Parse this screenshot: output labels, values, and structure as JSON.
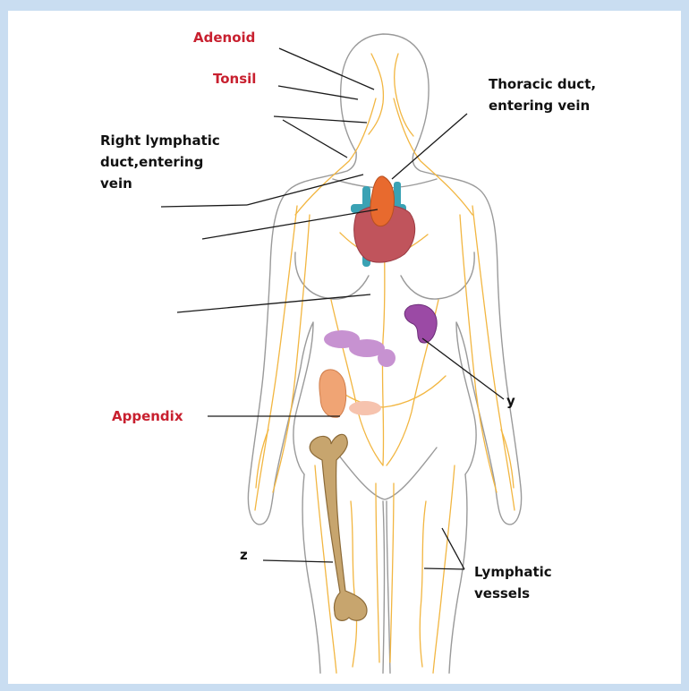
{
  "labels": {
    "adenoid": "Adenoid",
    "tonsil": "Tonsil",
    "thoracic_duct": "Thoracic duct,\nentering vein",
    "right_lymphatic_duct": "Right lymphatic\nduct,entering\nvein",
    "appendix": "Appendix",
    "y": "y",
    "z": "z",
    "lymphatic_vessels": "Lymphatic\nvessels"
  },
  "colors": {
    "frame_background": "#c9ddf1",
    "panel_background": "#ffffff",
    "highlight_label": "#c8202f",
    "plain_label": "#111111",
    "leader_line": "#1a1a1a",
    "body_outline": "#9a9a9a",
    "lymphatic_vessel": "#f2b641",
    "heart": "#c0545c",
    "thymus": "#e86a2e",
    "great_vessels": "#3aa2b4",
    "spleen": "#9b4aa5",
    "intestine": "#c792d1",
    "appendix_organ": "#f0a474",
    "colon_tail": "#f6c3ae",
    "femur": "#c7a56e",
    "femur_outline": "#8b6a38"
  }
}
